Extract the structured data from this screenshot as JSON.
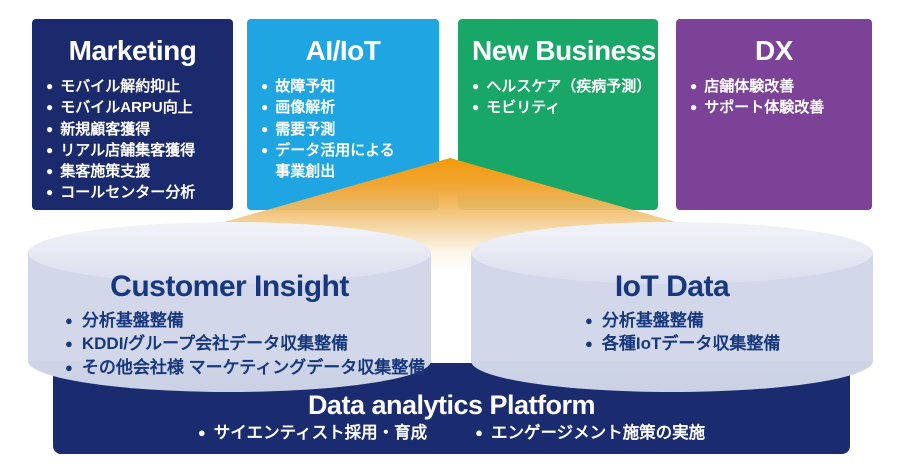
{
  "colors": {
    "background": "#ffffff",
    "marketing_box": "#1b2a6c",
    "ai_iot_box": "#1fa6e2",
    "new_business_box": "#19a768",
    "dx_box": "#7b4298",
    "cylinder_body": "#d2d7e9",
    "cylinder_cap": "#e8eaf4",
    "cylinder_text": "#17387e",
    "platform_bar": "#1a2b70",
    "funnel_orange": "#f39808",
    "box_text": "#ffffff"
  },
  "top_boxes": [
    {
      "title": "Marketing",
      "color": "#1b2a6c",
      "items": [
        "モバイル解約抑止",
        "モバイルARPU向上",
        "新規顧客獲得",
        "リアル店舗集客獲得",
        "集客施策支援",
        "コールセンター分析"
      ]
    },
    {
      "title": "AI/IoT",
      "color": "#1fa6e2",
      "items": [
        "故障予知",
        "画像解析",
        "需要予測",
        "データ活用による\n事業創出"
      ]
    },
    {
      "title": "New Business",
      "color": "#19a768",
      "items": [
        "ヘルスケア（疾病予測）",
        "モビリティ"
      ]
    },
    {
      "title": "DX",
      "color": "#7b4298",
      "items": [
        "店舗体験改善",
        "サポート体験改善"
      ]
    }
  ],
  "cylinders": [
    {
      "title": "Customer Insight",
      "items": [
        "分析基盤整備",
        "KDDI/グループ会社データ収集整備",
        "その他会社様 マーケティングデータ収集整備"
      ]
    },
    {
      "title": "IoT Data",
      "items": [
        "分析基盤整備",
        "各種IoTデータ収集整備"
      ]
    }
  ],
  "platform": {
    "title": "Data analytics Platform",
    "items": [
      "サイエンティスト採用・育成",
      "エンゲージメント施策の実施"
    ]
  }
}
